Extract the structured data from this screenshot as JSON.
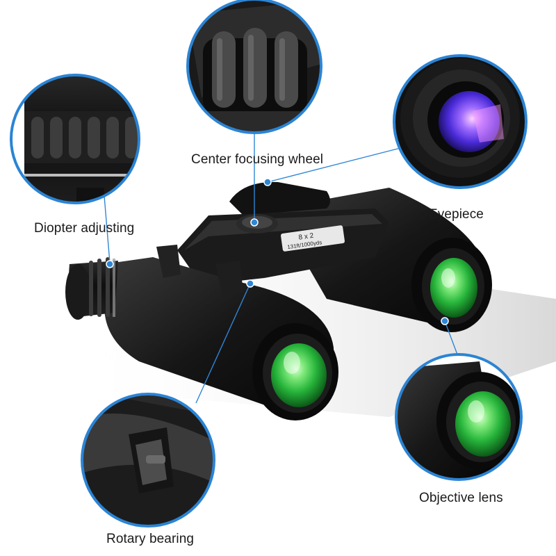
{
  "labels": {
    "center_focusing_wheel": "Center focusing wheel",
    "diopter_adjusting": "Diopter adjusting",
    "eyepiece": "Eyepiece",
    "rotary_bearing": "Rotary bearing",
    "objective_lens": "Objective lens"
  },
  "product": {
    "spec_line1": "8 x 2",
    "spec_line2": "131ft/1000yds"
  },
  "colors": {
    "callout_line": "#2f86d6",
    "callout_ring": "#2b84d4",
    "lens_green": "#38c24a",
    "eyepiece_violet": "#6b3cff",
    "body_black": "#161616"
  }
}
